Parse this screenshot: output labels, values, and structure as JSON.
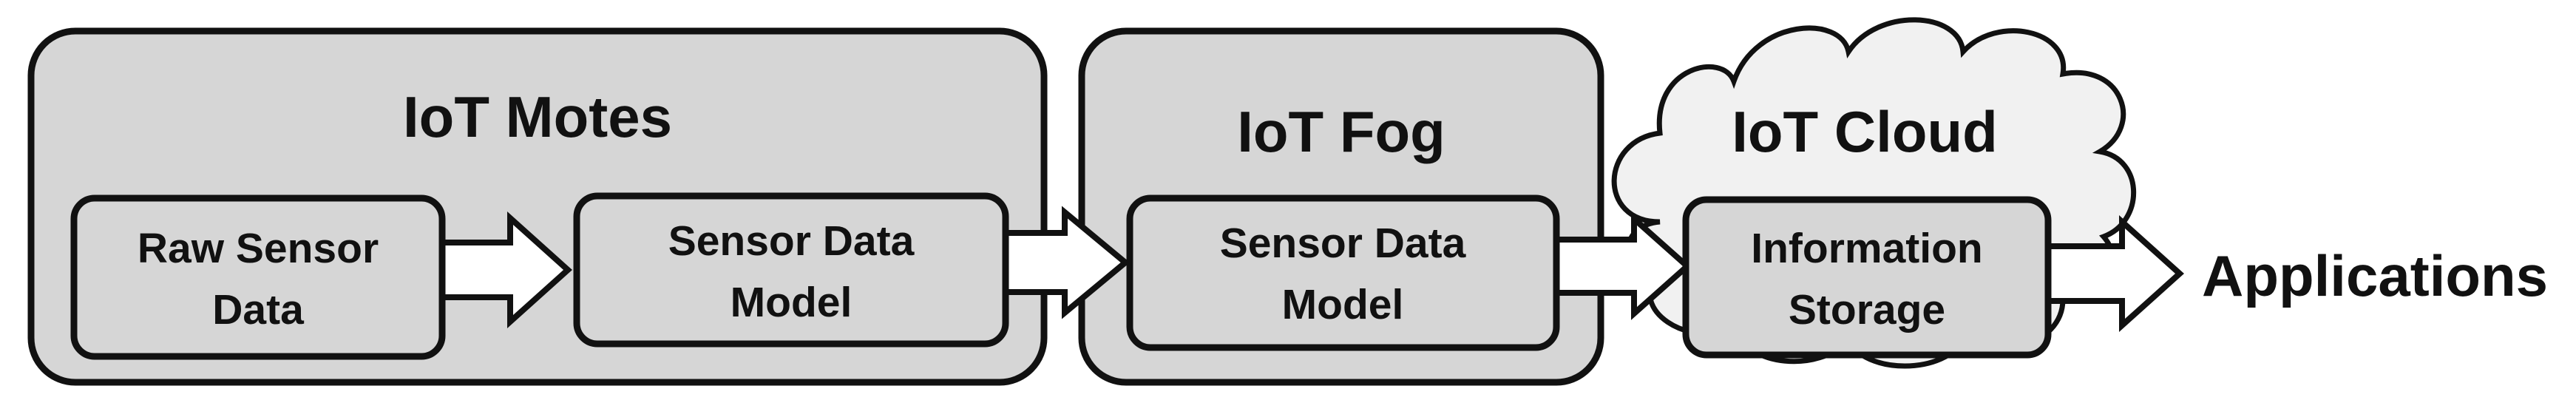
{
  "groups": {
    "motes": {
      "title": "IoT Motes"
    },
    "fog": {
      "title": "IoT Fog"
    },
    "cloud": {
      "title": "IoT Cloud"
    }
  },
  "boxes": {
    "raw_sensor_data": {
      "line1": "Raw Sensor",
      "line2": "Data"
    },
    "mote_data_model": {
      "line1": "Sensor Data",
      "line2": "Model"
    },
    "fog_data_model": {
      "line1": "Sensor Data",
      "line2": "Model"
    },
    "information_storage": {
      "line1": "Information",
      "line2": "Storage"
    }
  },
  "output": {
    "label": "Applications"
  },
  "colors": {
    "fill": "#d6d6d6",
    "cloud_fill": "#f1f1f1",
    "stroke": "#111111",
    "arrow_fill": "#ffffff"
  }
}
